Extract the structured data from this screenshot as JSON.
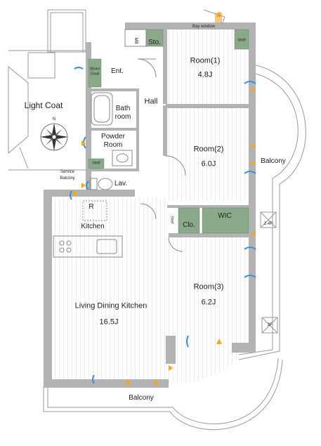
{
  "rooms": {
    "room1": {
      "name": "Room(1)",
      "size": "4.8J"
    },
    "room2": {
      "name": "Room(2)",
      "size": "6.0J"
    },
    "room3": {
      "name": "Room(3)",
      "size": "6.2J"
    },
    "ldk": {
      "name": "Living Dining Kitchen",
      "size": "16.5J"
    },
    "kitchen": "Kitchen",
    "hall": "Hall",
    "entrance": "Ent.",
    "bath_line1": "Bath",
    "bath_line2": "room",
    "powder_line1": "Powder",
    "powder_line2": "Room",
    "lavatory": "Lav.",
    "closet": "Clo.",
    "wic": "WIC",
    "storage": "Sto.",
    "mb": "MB",
    "shoes_cloak_line1": "Shoes",
    "shoes_cloak_line2": "Cloak",
    "shelf_powder": "Shelf",
    "shelf_room1": "Shelf",
    "shelf_hall": "Shelf",
    "refrigerator": "R"
  },
  "exterior": {
    "light_coat": "Light Coat",
    "balcony_right": "Balcony",
    "balcony_bottom": "Balcony",
    "service_balcony_line1": "Service",
    "service_balcony_line2": "Balcony",
    "bay_window": "Bay window",
    "compass_north": "N",
    "ceiling_24f": "2.4F",
    "ceiling_3f": "3F"
  },
  "colors": {
    "wall": "#b3b3b3",
    "floor_line": "#d4d4d4",
    "storage_green": "#8aa88a",
    "arrow_blue": "#3a8fd8",
    "arrow_orange": "#f5a623"
  }
}
